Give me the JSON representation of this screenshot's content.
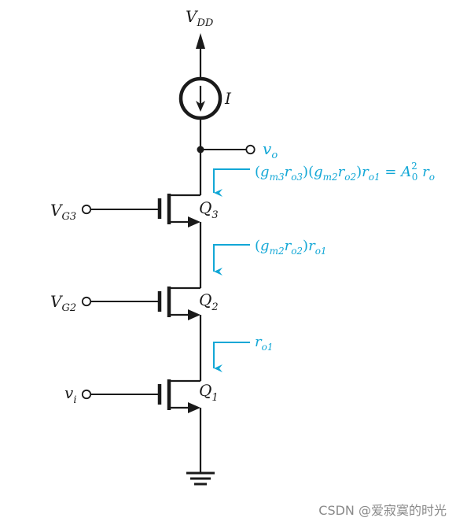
{
  "labels": {
    "supply": {
      "main": "V",
      "sub": "DD"
    },
    "current": "I",
    "output": {
      "main": "v",
      "sub": "o"
    },
    "vg3": {
      "main": "V",
      "sub": "G3"
    },
    "vg2": {
      "main": "V",
      "sub": "G2"
    },
    "vi": {
      "main": "v",
      "sub": "i"
    },
    "q3": {
      "main": "Q",
      "sub": "3"
    },
    "q2": {
      "main": "Q",
      "sub": "2"
    },
    "q1": {
      "main": "Q",
      "sub": "1"
    }
  },
  "annotations": {
    "r3": {
      "p1": "(",
      "g1": "g",
      "g1s": "m3",
      "r1": "r",
      "r1s": "o3",
      "p2": ")(",
      "g2": "g",
      "g2s": "m2",
      "r2": "r",
      "r2s": "o2",
      "p3": ")",
      "r3": "r",
      "r3s": "o1",
      "eq": " = ",
      "A": "A",
      "Asup": "2",
      "Asub": "0",
      "r4": " r",
      "r4s": "o"
    },
    "r2": {
      "p1": "(",
      "g1": "g",
      "g1s": "m2",
      "r1": "r",
      "r1s": "o2",
      "p2": ")",
      "r2": "r",
      "r2s": "o1"
    },
    "r1": {
      "r": "r",
      "rs": "o1"
    }
  },
  "colors": {
    "wire": "#1a1a1a",
    "annotation": "#12a7d6"
  },
  "watermark": "CSDN @爱寂寞的时光"
}
